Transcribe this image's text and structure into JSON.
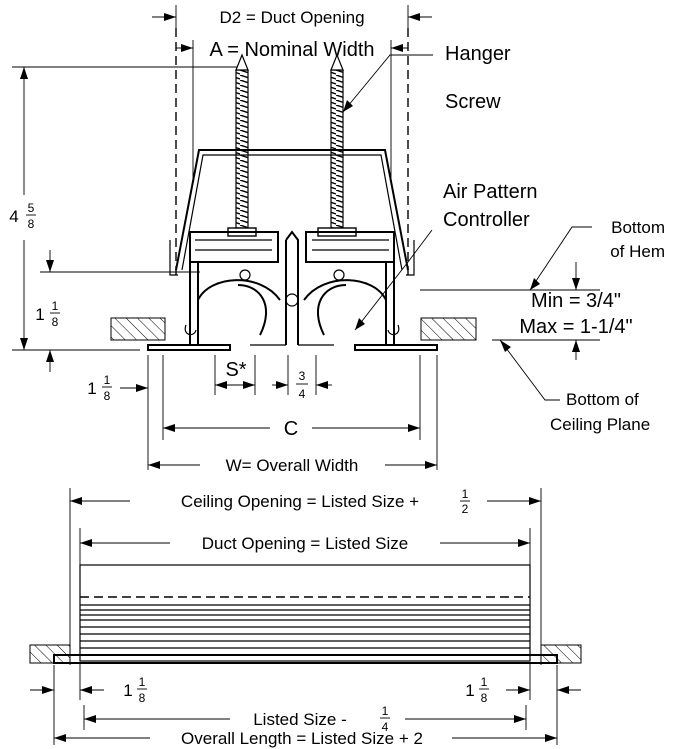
{
  "top_view": {
    "d2_label": "D2 = Duct Opening",
    "a_label": "A = Nominal Width",
    "hanger_label_line1": "Hanger",
    "hanger_label_line2": "Screw",
    "apc_label_line1": "Air Pattern",
    "apc_label_line2": "Controller",
    "bottom_hem_line1": "Bottom",
    "bottom_hem_line2": "of Hem",
    "min_label": "Min = 3/4\"",
    "max_label": "Max = 1-1/4\"",
    "ceiling_plane_line1": "Bottom of",
    "ceiling_plane_line2": "Ceiling Plane",
    "height_whole": "4",
    "height_num": "5",
    "height_den": "8",
    "left_lower_whole": "1",
    "left_lower_num": "1",
    "left_lower_den": "8",
    "left_side_whole": "1",
    "left_side_num": "1",
    "left_side_den": "8",
    "s_label": "S*",
    "three_quarter_num": "3",
    "three_quarter_den": "4",
    "c_label": "C",
    "w_label": "W= Overall Width"
  },
  "side_view": {
    "ceiling_opening_label": "Ceiling Opening = Listed Size +",
    "ceiling_opening_num": "1",
    "ceiling_opening_den": "2",
    "duct_opening_label": "Duct Opening = Listed Size",
    "left_whole": "1",
    "left_num": "1",
    "left_den": "8",
    "right_whole": "1",
    "right_num": "1",
    "right_den": "8",
    "listed_size_label": "Listed Size -",
    "listed_size_num": "1",
    "listed_size_den": "4",
    "overall_length_label": "Overall Length = Listed Size + 2"
  }
}
